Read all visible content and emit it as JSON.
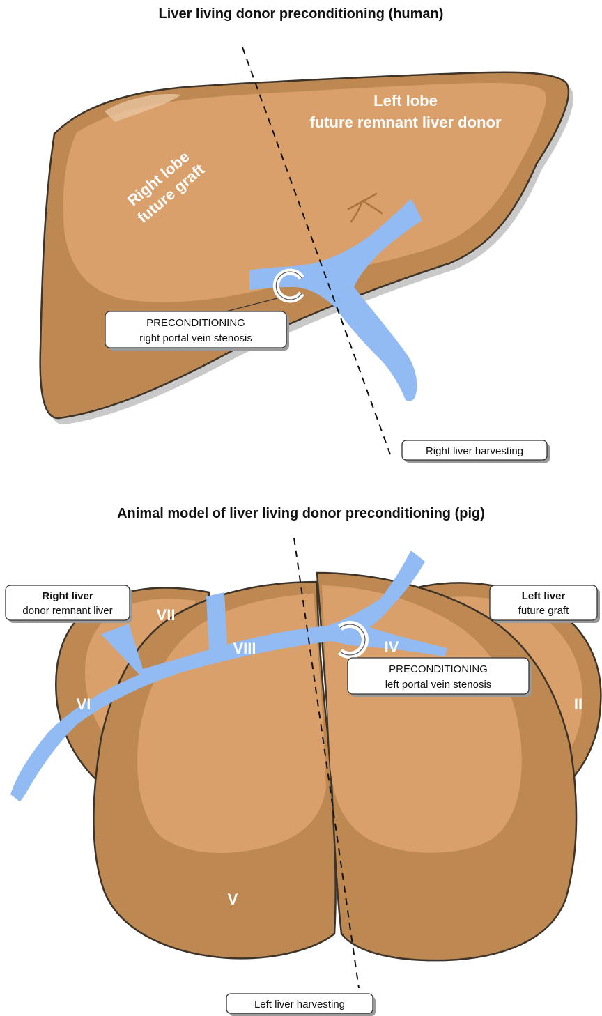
{
  "top_panel": {
    "title": "Liver living donor preconditioning (human)",
    "left_lobe_line1": "Left lobe",
    "left_lobe_line2": "future remnant liver donor",
    "right_lobe_line1": "Right lobe",
    "right_lobe_line2": "future graft",
    "preconditioning_title": "PRECONDITIONING",
    "preconditioning_detail": "right portal vein stenosis",
    "harvest_label": "Right liver harvesting"
  },
  "bottom_panel": {
    "title": "Animal model of liver living donor preconditioning (pig)",
    "right_liver_title": "Right liver",
    "right_liver_detail": "donor remnant liver",
    "left_liver_title": "Left liver",
    "left_liver_detail": "future graft",
    "preconditioning_title": "PRECONDITIONING",
    "preconditioning_detail": "left portal vein stenosis",
    "harvest_label": "Left liver harvesting",
    "segments": {
      "vii": "VII",
      "viii": "VIII",
      "iv": "IV",
      "vi": "VI",
      "ii": "II",
      "v": "V"
    }
  },
  "colors": {
    "liver_dark": "#bd8852",
    "liver_light": "#d9a06b",
    "liver_outline": "#3d3328",
    "portal_vein": "#92bbf3",
    "stenosis_ring": "#ffffff"
  }
}
